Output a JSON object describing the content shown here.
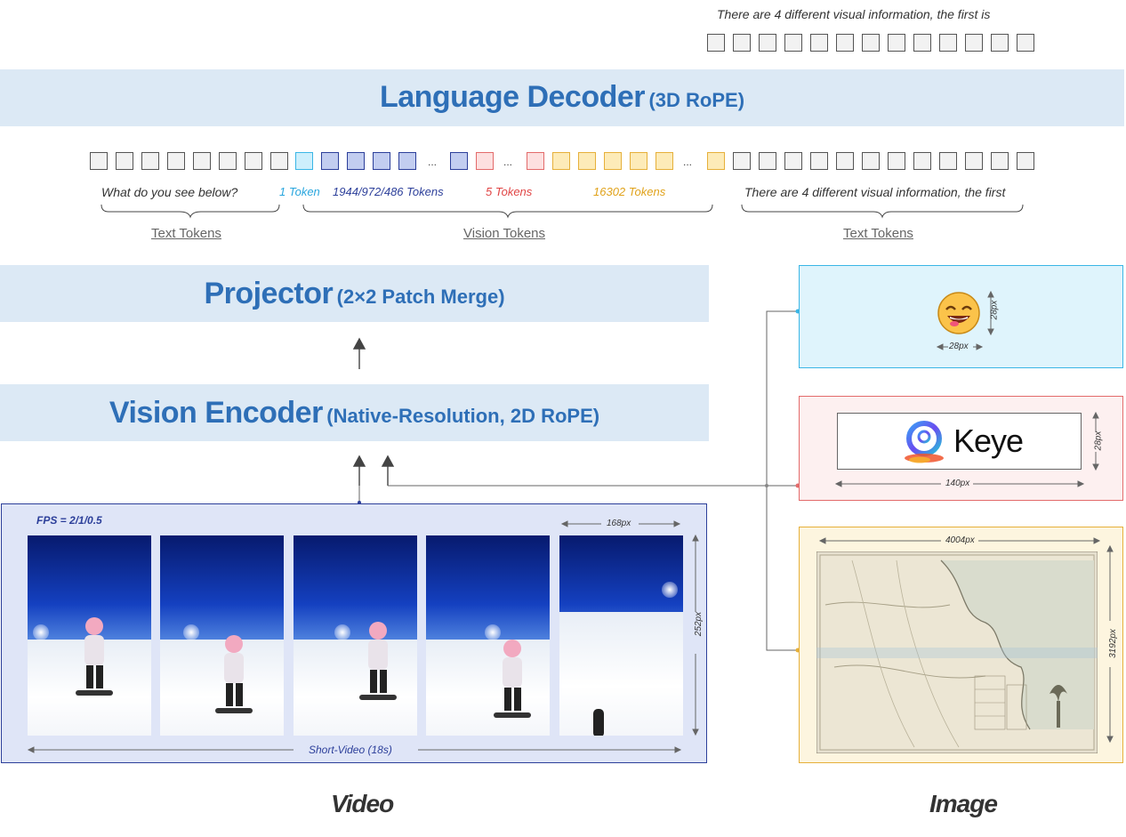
{
  "top_text": "There are 4 different visual information, the first is",
  "language_decoder": {
    "title": "Language Decoder",
    "subtitle": "(3D RoPE)"
  },
  "projector": {
    "title": "Projector",
    "subtitle": "(2×2 Patch Merge)"
  },
  "vision_encoder": {
    "title": "Vision Encoder",
    "subtitle": "(Native-Resolution, 2D RoPE)"
  },
  "token_labels": {
    "left_text": "What do you see below?",
    "one_token": "1 Token",
    "video_tokens": "1944/972/486 Tokens",
    "five_tokens": "5 Tokens",
    "big_tokens": "16302 Tokens",
    "right_text": "There are 4 different visual information, the first",
    "ellipsis": "..."
  },
  "groups": {
    "text_left": "Text Tokens",
    "vision": "Vision Tokens",
    "text_right": "Text Tokens"
  },
  "video_panel": {
    "fps": "FPS = 2/1/0.5",
    "width_label": "168px",
    "height_label": "252px",
    "duration": "Short-Video (18s)"
  },
  "image_panels": {
    "emoji": {
      "width_label": "28px",
      "height_label": "28px"
    },
    "logo": {
      "brand": "Keye",
      "width_label": "140px",
      "height_label": "28px"
    },
    "map": {
      "width_label": "4004px",
      "height_label": "3192px"
    }
  },
  "captions": {
    "video": "Video",
    "image": "Image"
  },
  "colors": {
    "band": "#dce9f5",
    "title": "#2e6fb7",
    "cyan": "#3ab6e6",
    "navy": "#2c3f9a",
    "red": "#e36b6b",
    "yellow": "#e6b03a"
  }
}
